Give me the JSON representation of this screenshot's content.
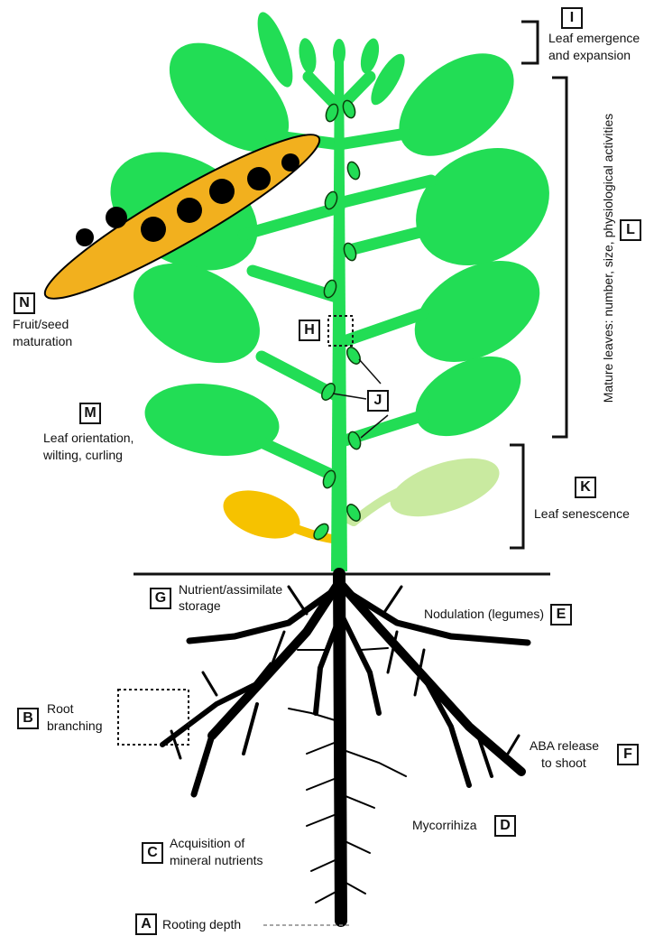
{
  "labels": {
    "I": {
      "letter": "I",
      "text1": "Leaf emergence",
      "text2": "and expansion"
    },
    "L": {
      "letter": "L",
      "text": "Mature leaves: number, size, physiological activities"
    },
    "N": {
      "letter": "N",
      "text1": "Fruit/seed",
      "text2": "maturation"
    },
    "H": {
      "letter": "H"
    },
    "J": {
      "letter": "J"
    },
    "M": {
      "letter": "M",
      "text1": "Leaf orientation,",
      "text2": "wilting, curling"
    },
    "K": {
      "letter": "K",
      "text": "Leaf senescence"
    },
    "G": {
      "letter": "G",
      "text1": "Nutrient/assimilate",
      "text2": "storage"
    },
    "E": {
      "letter": "E",
      "text": "Nodulation (legumes)"
    },
    "B": {
      "letter": "B",
      "text1": "Root",
      "text2": "branching"
    },
    "F": {
      "letter": "F",
      "text1": "ABA release",
      "text2": "to shoot"
    },
    "D": {
      "letter": "D",
      "text": "Mycorrihiza"
    },
    "C": {
      "letter": "C",
      "text1": "Acquisition of",
      "text2": "mineral nutrients"
    },
    "A": {
      "letter": "A",
      "text": "Rooting depth"
    }
  },
  "colors": {
    "leaf": "#22dd55",
    "leaf_outline": "#0b3d0b",
    "senescent_leaf": "#c9eaa0",
    "yellow_leaf": "#f6c200",
    "pod": "#f2b01e",
    "seed": "#000000",
    "root": "#000000"
  }
}
